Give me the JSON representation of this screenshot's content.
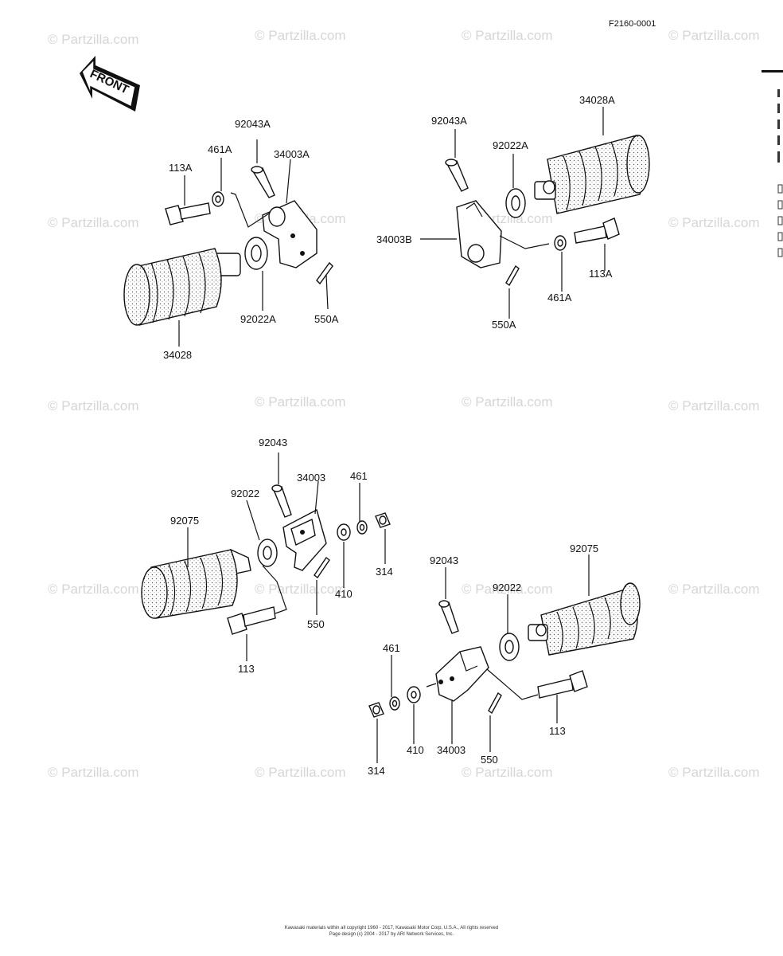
{
  "figure_code": "F2160-0001",
  "front_label": "FRONT",
  "watermark": "© Partzilla.com",
  "copyright": {
    "line1": "Kawasaki materials within all copyright 1960 - 2017, Kawasaki Motor Corp, U.S.A., All rights reserved",
    "line2": "Page design (c) 2004 - 2017 by ARI Network Services, Inc."
  },
  "callouts": {
    "a_92043A": "92043A",
    "a_461A": "461A",
    "a_113A": "113A",
    "a_34003A": "34003A",
    "a_92022A": "92022A",
    "a_550A": "550A",
    "a_34028": "34028",
    "b_92043A": "92043A",
    "b_92022A": "92022A",
    "b_34028A": "34028A",
    "b_34003B": "34003B",
    "b_113A": "113A",
    "b_461A": "461A",
    "b_550A": "550A",
    "c_92043": "92043",
    "c_92022": "92022",
    "c_34003": "34003",
    "c_461": "461",
    "c_92075": "92075",
    "c_314": "314",
    "c_410": "410",
    "c_550": "550",
    "c_113": "113",
    "d_92043": "92043",
    "d_92075": "92075",
    "d_92022": "92022",
    "d_461": "461",
    "d_410": "410",
    "d_34003": "34003",
    "d_550": "550",
    "d_113": "113",
    "d_314": "314"
  }
}
